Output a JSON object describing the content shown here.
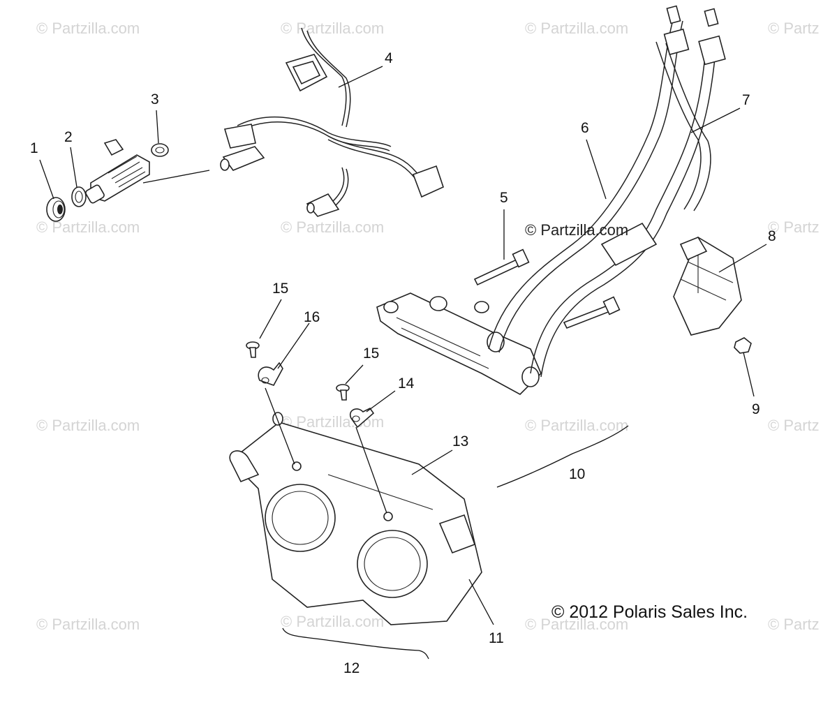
{
  "diagram": {
    "watermark_text": "© Partzilla.com",
    "watermark_partial_text": "© Partz",
    "center_watermark_text": "© Partzilla.com",
    "copyright_text": "© 2012 Polaris Sales Inc.",
    "callouts": [
      {
        "id": "c1",
        "label": "1"
      },
      {
        "id": "c2",
        "label": "2"
      },
      {
        "id": "c3",
        "label": "3"
      },
      {
        "id": "c4",
        "label": "4"
      },
      {
        "id": "c5",
        "label": "5"
      },
      {
        "id": "c6",
        "label": "6"
      },
      {
        "id": "c7",
        "label": "7"
      },
      {
        "id": "c8",
        "label": "8"
      },
      {
        "id": "c9",
        "label": "9"
      },
      {
        "id": "c10",
        "label": "10"
      },
      {
        "id": "c11",
        "label": "11"
      },
      {
        "id": "c12",
        "label": "12"
      },
      {
        "id": "c13",
        "label": "13"
      },
      {
        "id": "c14",
        "label": "14"
      },
      {
        "id": "c15a",
        "label": "15"
      },
      {
        "id": "c15b",
        "label": "15"
      },
      {
        "id": "c16",
        "label": "16"
      }
    ]
  }
}
